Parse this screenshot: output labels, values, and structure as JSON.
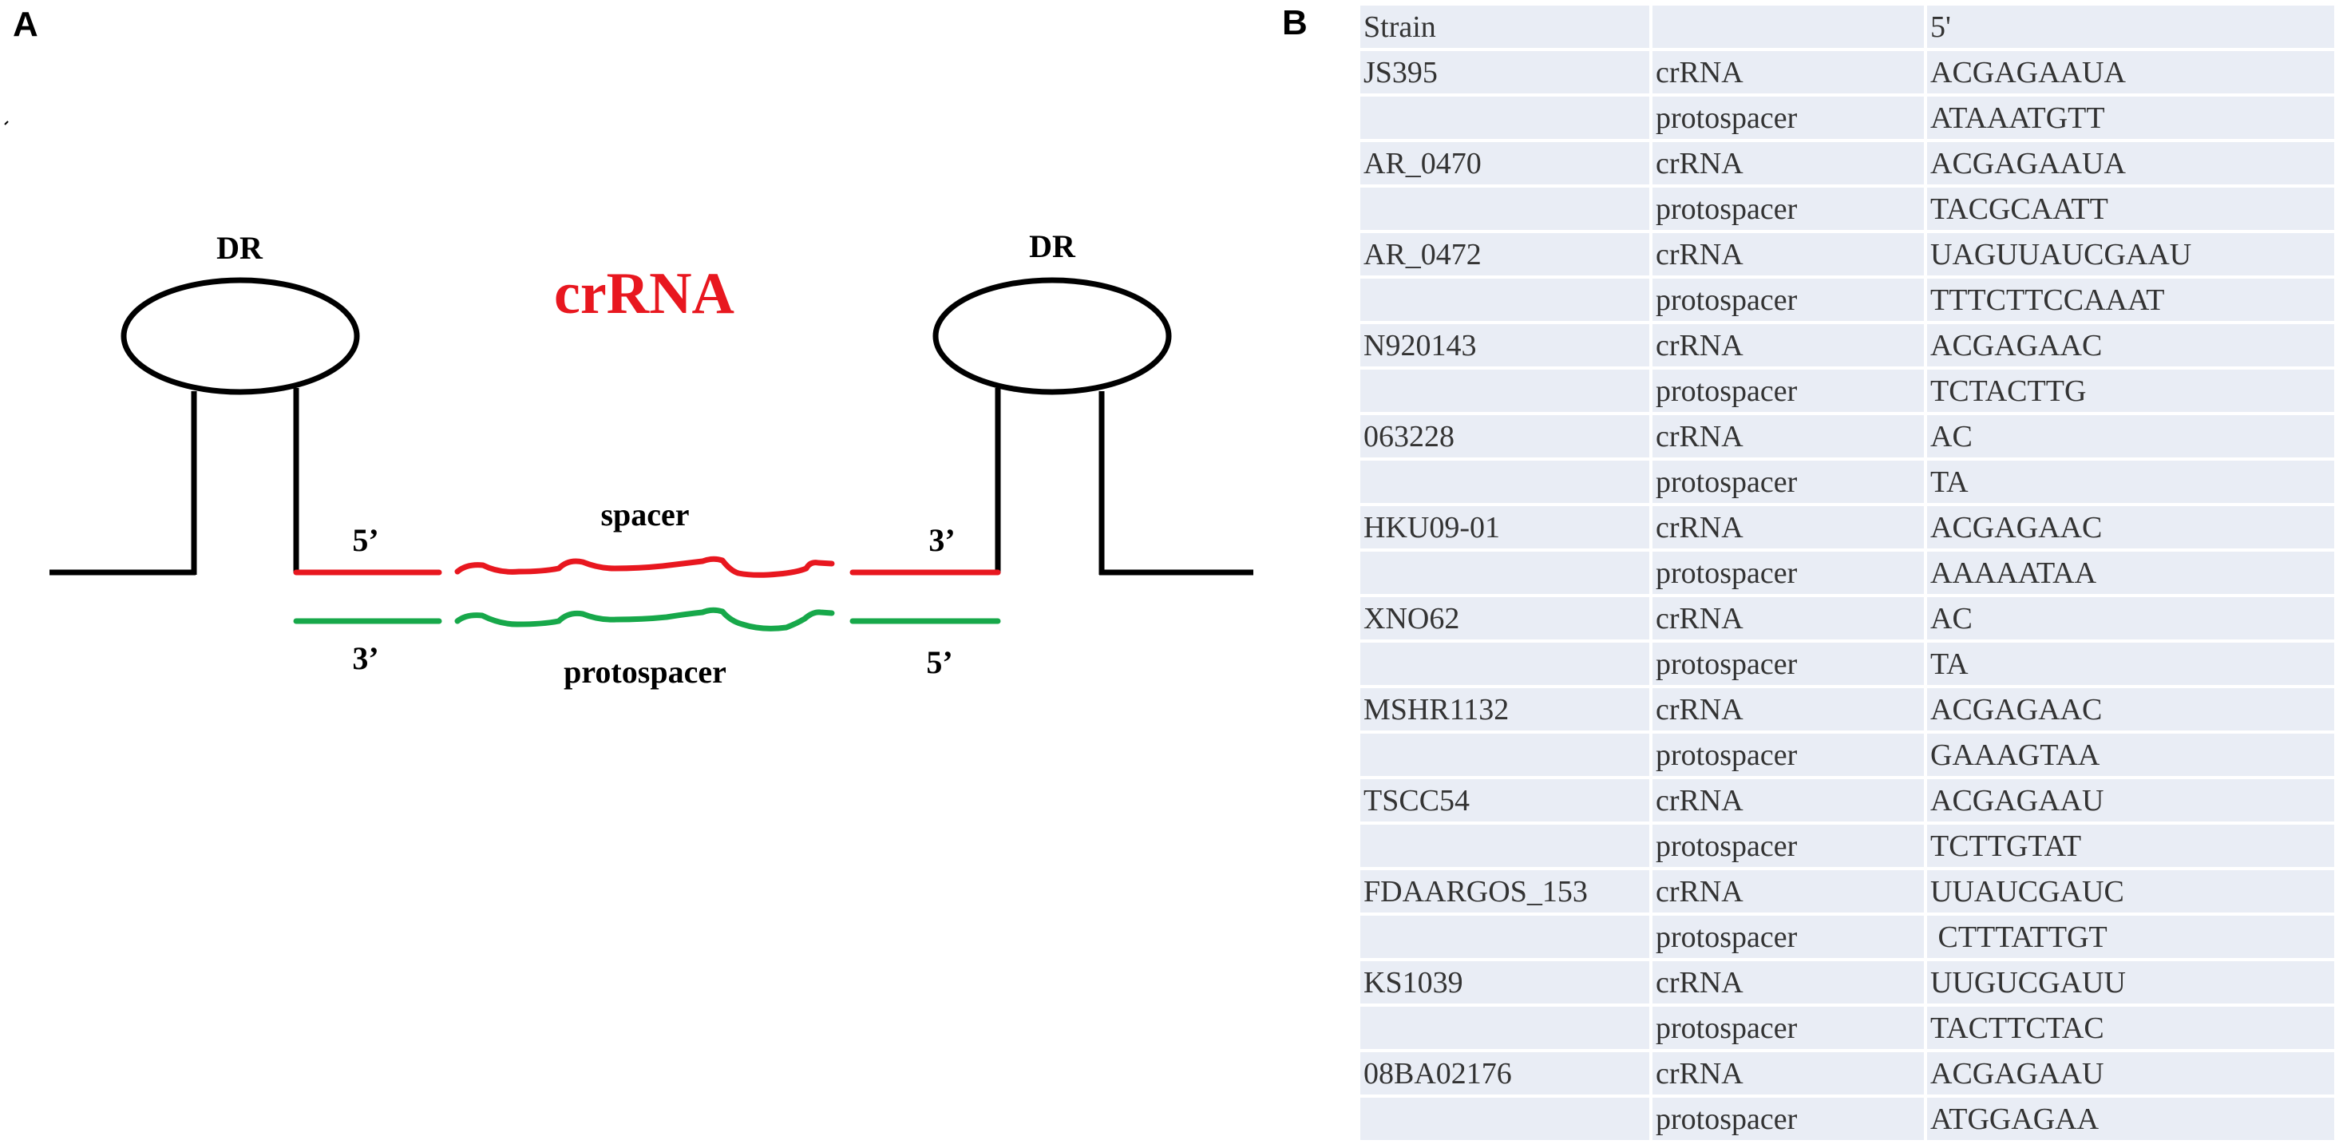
{
  "panels": {
    "a": "A",
    "b": "B"
  },
  "diagram": {
    "dr_left": "DR",
    "dr_right": "DR",
    "crrna_label": "crRNA",
    "spacer_label": "spacer",
    "protospacer_label": "protospacer",
    "five_prime_top": "5’",
    "three_prime_top": "3’",
    "three_prime_bottom": "3’",
    "five_prime_bottom": "5’",
    "colors": {
      "crrna": "#e8171f",
      "protospacer": "#17a84a",
      "structure": "#000000"
    }
  },
  "table": {
    "header": [
      "Strain",
      "",
      "5'"
    ],
    "rows": [
      [
        "JS395",
        "crRNA",
        "ACGAGAAUA"
      ],
      [
        "",
        "protospacer",
        "ATAAATGTT"
      ],
      [
        "AR_0470",
        "crRNA",
        "ACGAGAAUA"
      ],
      [
        "",
        "protospacer",
        "TACGCAATT"
      ],
      [
        "AR_0472",
        "crRNA",
        "UAGUUAUCGAAU"
      ],
      [
        "",
        "protospacer",
        "TTTCTTCCAAAT"
      ],
      [
        "N920143",
        "crRNA",
        "ACGAGAAC"
      ],
      [
        "",
        "protospacer",
        "TCTACTTG"
      ],
      [
        "063228",
        "crRNA",
        "AC"
      ],
      [
        "",
        "protospacer",
        "TA"
      ],
      [
        "HKU09-01",
        "crRNA",
        "ACGAGAAC"
      ],
      [
        "",
        "protospacer",
        "AAAAATAA"
      ],
      [
        "XNO62",
        "crRNA",
        "AC"
      ],
      [
        "",
        "protospacer",
        "TA"
      ],
      [
        "MSHR1132",
        "crRNA",
        "ACGAGAAC"
      ],
      [
        "",
        "protospacer",
        "GAAAGTAA"
      ],
      [
        "TSCC54",
        "crRNA",
        "ACGAGAAU"
      ],
      [
        "",
        "protospacer",
        "TCTTGTAT"
      ],
      [
        "FDAARGOS_153",
        "crRNA",
        "UUAUCGAUC"
      ],
      [
        "",
        "protospacer",
        " CTTTATTGT"
      ],
      [
        "KS1039",
        "crRNA",
        "UUGUCGAUU"
      ],
      [
        "",
        "protospacer",
        "TACTTCTAC"
      ],
      [
        "08BA02176",
        "crRNA",
        "ACGAGAAU"
      ],
      [
        "",
        "protospacer",
        "ATGGAGAA"
      ]
    ]
  }
}
